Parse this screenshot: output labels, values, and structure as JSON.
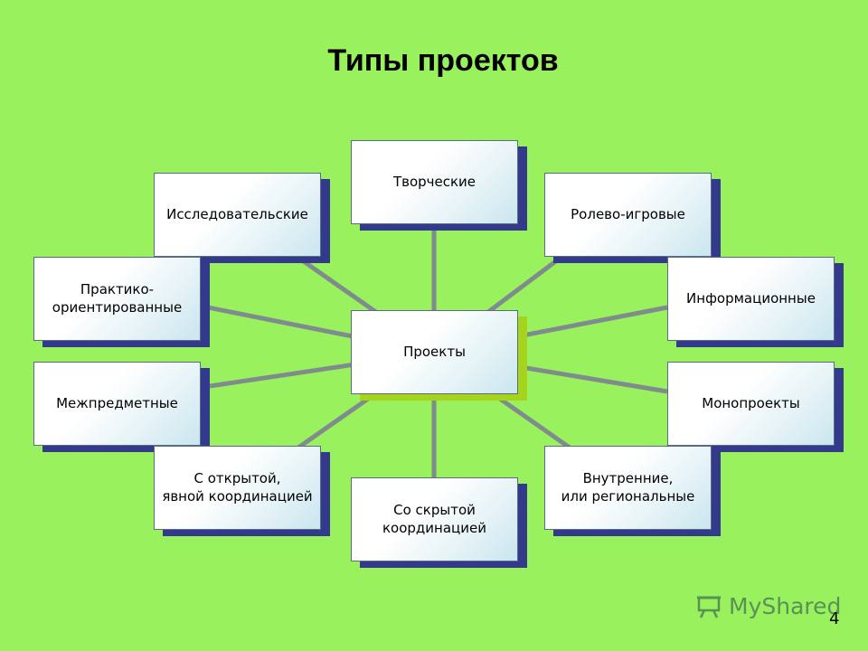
{
  "title": "Типы проектов",
  "center": "Проекты",
  "nodes": {
    "tvorcheskie": "Творческие",
    "issledovatelskie": "Исследовательские",
    "rolevo": "Ролево-игровые",
    "praktiko": "Практико-\nориентированные",
    "informacionnye": "Информационные",
    "mezhpredmetnye": "Межпредметные",
    "monoproekty": "Монопроекты",
    "otkrytoj": "С открытой,\nявной координацией",
    "skrytoj": "Со скрытой\nкоординацией",
    "vnutrennie": "Внутренние,\nили региональные"
  },
  "colors": {
    "background": "#99f25d",
    "connector": "#7f8c8d",
    "node_shadow": "#333a8c",
    "center_shadow": "#a6d41d"
  },
  "watermark": "MyShared",
  "page_number": "4"
}
